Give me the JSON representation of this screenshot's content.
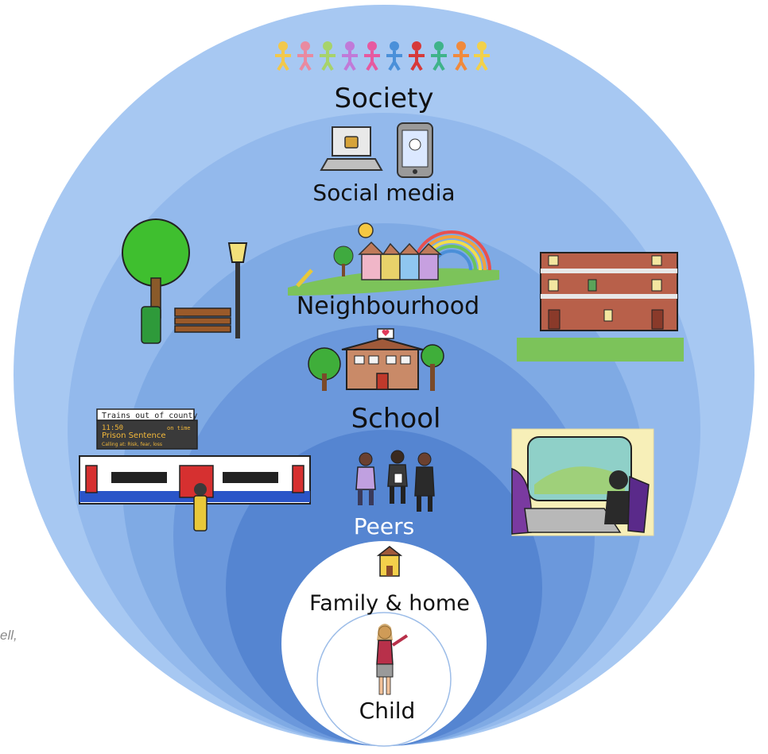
{
  "layers": {
    "society": "Society",
    "social_media": "Social media",
    "neighbourhood": "Neighbourhood",
    "school": "School",
    "peers": "Peers",
    "family_home": "Family & home",
    "child": "Child"
  },
  "sign": {
    "header": "Trains out of county",
    "time": "11:50",
    "platform": "on time",
    "destination": "Prison Sentence",
    "calling_at": "Calling at: Risk, fear, loss"
  },
  "caption_fragment": "ell,",
  "colors": {
    "ring1": "#a7c8f2",
    "ring2": "#93b9ec",
    "ring3": "#7faae4",
    "ring4": "#6b98dc",
    "ring5": "#5585d1",
    "ring6": "#3f6fc2",
    "center": "#ffffff"
  }
}
